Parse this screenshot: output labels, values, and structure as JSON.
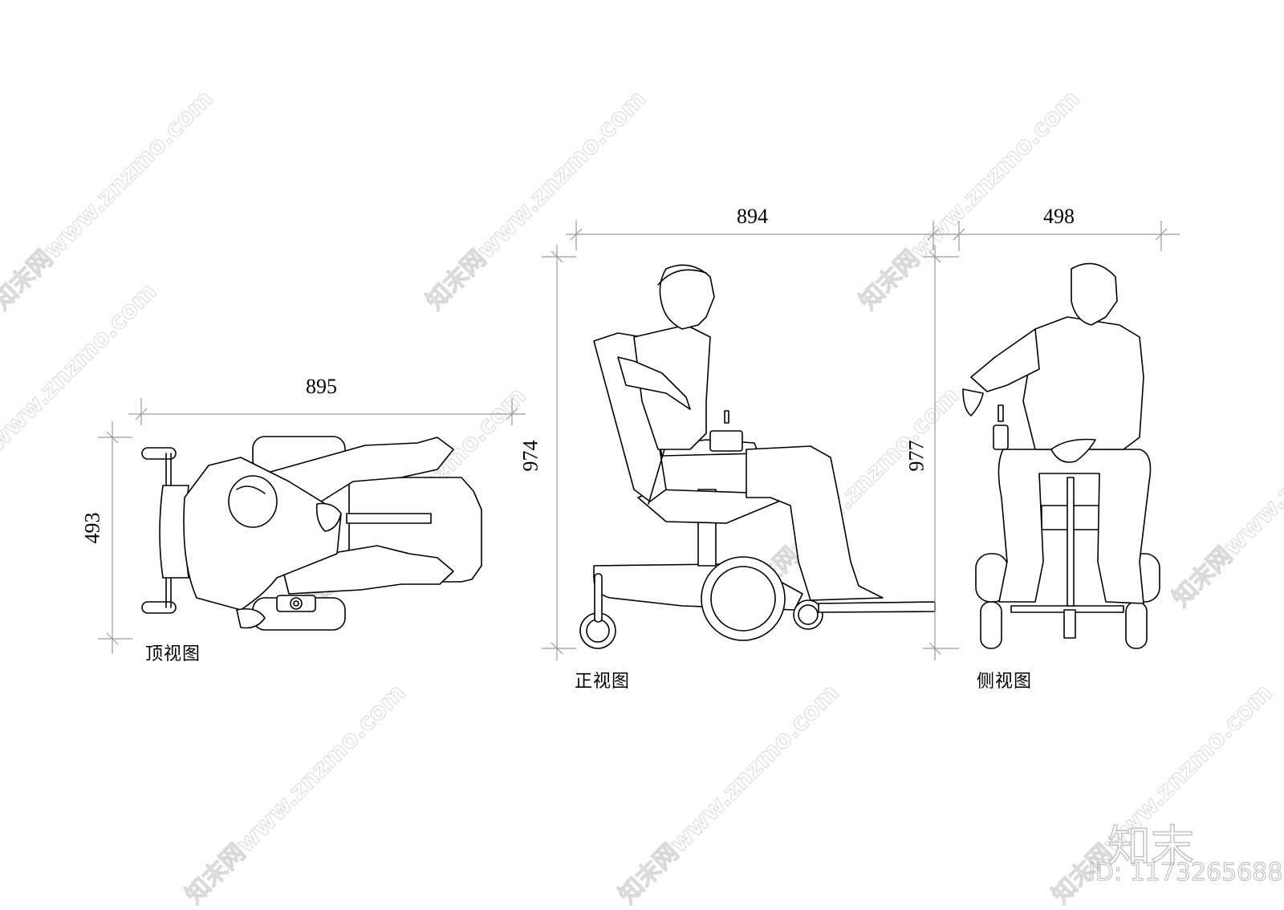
{
  "drawing": {
    "views": [
      {
        "id": "top",
        "label": "顶视图",
        "width_dim": "895",
        "height_dim": "493"
      },
      {
        "id": "front",
        "label": "正视图",
        "width_dim": "894",
        "height_dim": "974"
      },
      {
        "id": "side",
        "label": "侧视图",
        "width_dim": "498",
        "height_dim": "977"
      }
    ]
  },
  "watermark": {
    "text": "知末网www.znzmo.com",
    "brand": "知末",
    "id_text": "ID: 1173265688"
  }
}
